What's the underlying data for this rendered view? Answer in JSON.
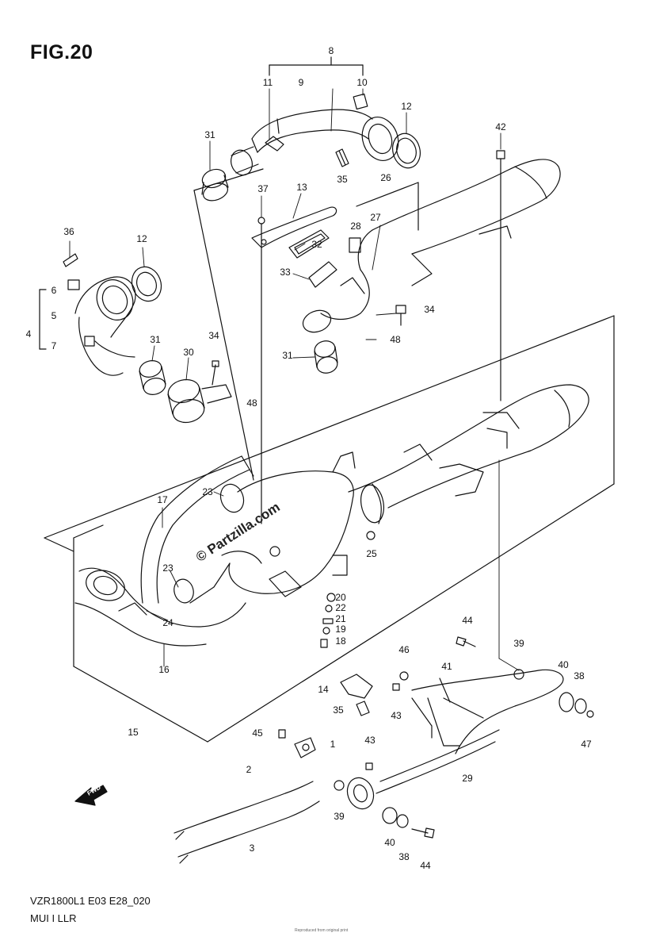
{
  "figure": {
    "title": "FIG.20",
    "model_code": "VZR1800L1 E03 E28_020",
    "section_name": "MUI I LLR",
    "watermark": "© Partzilla.com",
    "fine_print": "Reproduced from original print"
  },
  "callouts": [
    {
      "id": "c8",
      "label": "8"
    },
    {
      "id": "c11",
      "label": "11"
    },
    {
      "id": "c9",
      "label": "9"
    },
    {
      "id": "c10",
      "label": "10"
    },
    {
      "id": "c12a",
      "label": "12"
    },
    {
      "id": "c31a",
      "label": "31"
    },
    {
      "id": "c35a",
      "label": "35"
    },
    {
      "id": "c42",
      "label": "42"
    },
    {
      "id": "c37",
      "label": "37"
    },
    {
      "id": "c13",
      "label": "13"
    },
    {
      "id": "c26",
      "label": "26"
    },
    {
      "id": "c27",
      "label": "27"
    },
    {
      "id": "c28",
      "label": "28"
    },
    {
      "id": "c32",
      "label": "32"
    },
    {
      "id": "c33",
      "label": "33"
    },
    {
      "id": "c36",
      "label": "36"
    },
    {
      "id": "c12b",
      "label": "12"
    },
    {
      "id": "c6",
      "label": "6"
    },
    {
      "id": "c5",
      "label": "5"
    },
    {
      "id": "c4",
      "label": "4"
    },
    {
      "id": "c7",
      "label": "7"
    },
    {
      "id": "c31b",
      "label": "31"
    },
    {
      "id": "c30",
      "label": "30"
    },
    {
      "id": "c34a",
      "label": "34"
    },
    {
      "id": "c48a",
      "label": "48"
    },
    {
      "id": "c34b",
      "label": "34"
    },
    {
      "id": "c48b",
      "label": "48"
    },
    {
      "id": "c31c",
      "label": "31"
    },
    {
      "id": "c17",
      "label": "17"
    },
    {
      "id": "c23a",
      "label": "23"
    },
    {
      "id": "c23b",
      "label": "23"
    },
    {
      "id": "c24",
      "label": "24"
    },
    {
      "id": "c16",
      "label": "16"
    },
    {
      "id": "c25",
      "label": "25"
    },
    {
      "id": "c20",
      "label": "20"
    },
    {
      "id": "c22",
      "label": "22"
    },
    {
      "id": "c21",
      "label": "21"
    },
    {
      "id": "c19",
      "label": "19"
    },
    {
      "id": "c18",
      "label": "18"
    },
    {
      "id": "c44a",
      "label": "44"
    },
    {
      "id": "c39a",
      "label": "39"
    },
    {
      "id": "c46",
      "label": "46"
    },
    {
      "id": "c41",
      "label": "41"
    },
    {
      "id": "c40a",
      "label": "40"
    },
    {
      "id": "c38a",
      "label": "38"
    },
    {
      "id": "c14",
      "label": "14"
    },
    {
      "id": "c43a",
      "label": "43"
    },
    {
      "id": "c35b",
      "label": "35"
    },
    {
      "id": "c47",
      "label": "47"
    },
    {
      "id": "c15",
      "label": "15"
    },
    {
      "id": "c45",
      "label": "45"
    },
    {
      "id": "c1",
      "label": "1"
    },
    {
      "id": "c43b",
      "label": "43"
    },
    {
      "id": "c29",
      "label": "29"
    },
    {
      "id": "c2",
      "label": "2"
    },
    {
      "id": "c39b",
      "label": "39"
    },
    {
      "id": "c40b",
      "label": "40"
    },
    {
      "id": "c38b",
      "label": "38"
    },
    {
      "id": "c44b",
      "label": "44"
    },
    {
      "id": "c3",
      "label": "3"
    }
  ],
  "fwd_label": "FWD",
  "colors": {
    "ink": "#111111",
    "paper": "#ffffff"
  }
}
